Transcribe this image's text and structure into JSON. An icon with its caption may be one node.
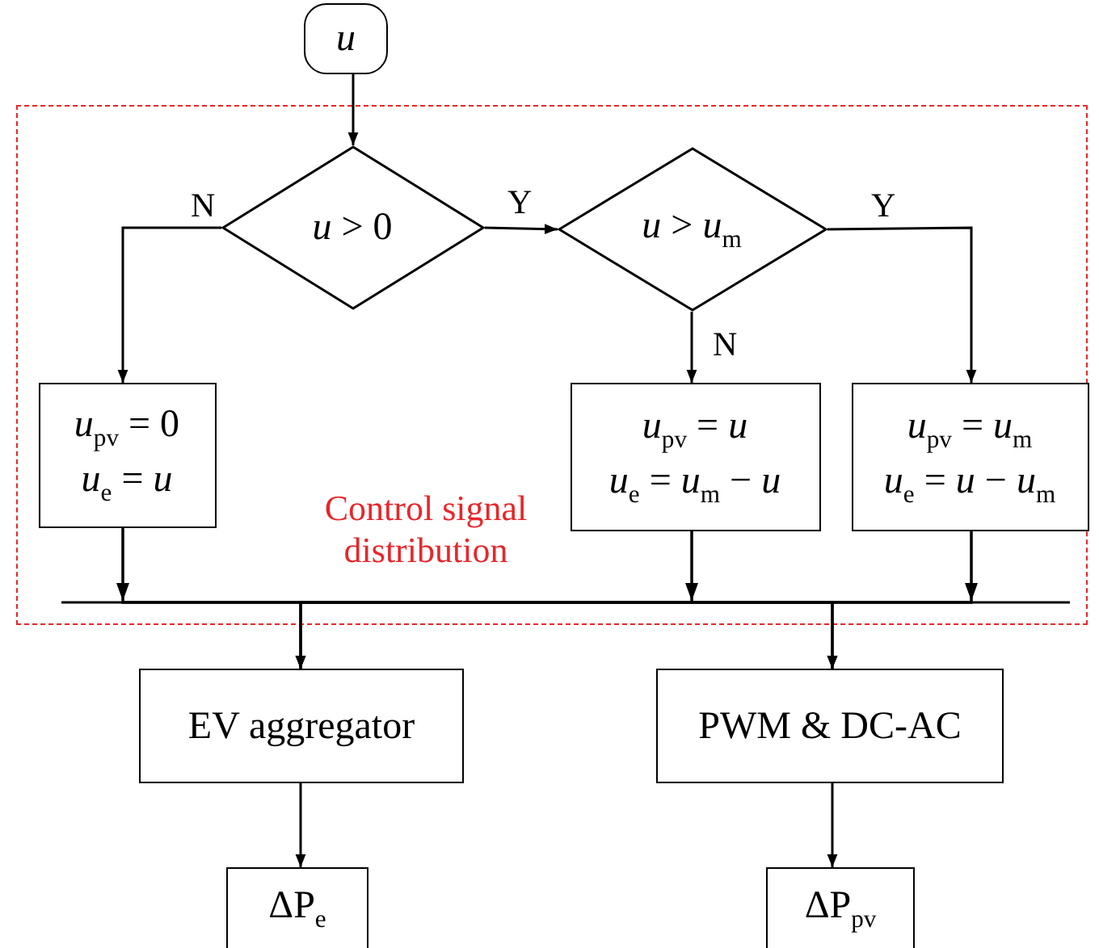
{
  "diagram": {
    "nodes": [
      {
        "text": [
          "*u*"
        ]
      },
      {
        "text": [
          "Control signal distribution"
        ]
      },
      {
        "text": [
          "*u* > 0"
        ],
        "in": 1
      },
      {
        "text": [
          "*u* > *u*$_{m}$"
        ],
        "in": 1
      },
      {
        "text": [
          "*u*$_{pv}$ = 0",
          "*u*$_{e}$ = *u*"
        ],
        "in": 1
      },
      {
        "text": [
          "*u*$_{pv}$ = *u*",
          "*u*$_{e}$ = *u*$_{m}$ − *u*"
        ],
        "in": 1
      },
      {
        "text": [
          "*u*$_{pv}$ = *u*$_{m}$",
          "*u*$_{e}$ = *u* − *u*$_{m}$"
        ],
        "in": 1
      },
      {
        "text": [
          "EV aggregator"
        ]
      },
      {
        "text": [
          "PWM & DC-AC"
        ]
      },
      {
        "text": [
          "ΔP$_{e}$"
        ]
      },
      {
        "text": [
          "ΔP$_{pv}$"
        ]
      }
    ],
    "edges": [
      {
        "from": 0,
        "to": 2,
        "arrow": "to"
      },
      {
        "from": 2,
        "to": 3,
        "arrow": "to",
        "label": "Y"
      },
      {
        "from": 2,
        "to": 4,
        "arrow": "to",
        "label": "N"
      },
      {
        "from": 3,
        "to": 5,
        "arrow": "to",
        "label": "N"
      },
      {
        "from": 3,
        "to": 6,
        "arrow": "to",
        "label": "Y"
      },
      {
        "from": 4,
        "to": 7,
        "arrow": "to"
      },
      {
        "from": 4,
        "to": 8,
        "arrow": "to"
      },
      {
        "from": 5,
        "to": 7,
        "arrow": "to"
      },
      {
        "from": 5,
        "to": 8,
        "arrow": "to"
      },
      {
        "from": 6,
        "to": 7,
        "arrow": "to"
      },
      {
        "from": 6,
        "to": 8,
        "arrow": "to"
      },
      {
        "from": 7,
        "to": 9,
        "arrow": "to"
      },
      {
        "from": 8,
        "to": 10,
        "arrow": "to"
      }
    ]
  }
}
